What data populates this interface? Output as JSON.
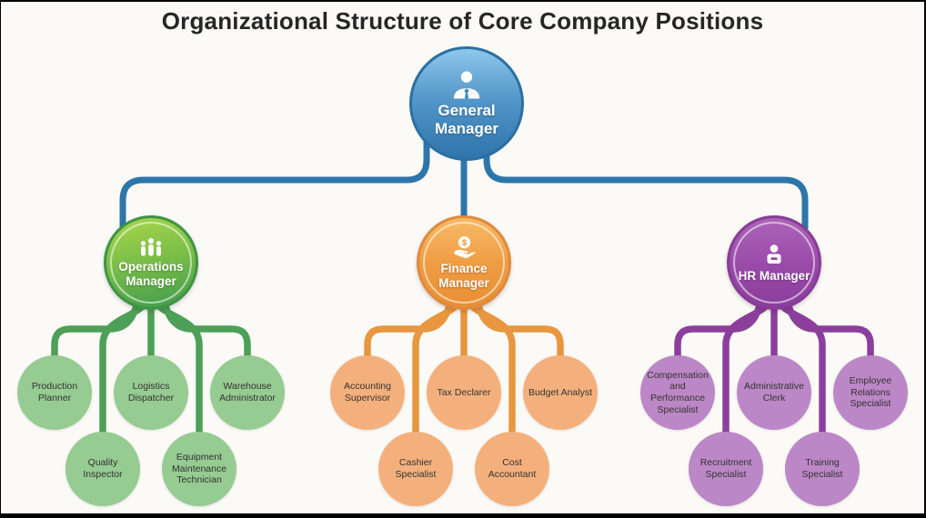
{
  "title": "Organizational Structure of Core Company Positions",
  "org": {
    "root": {
      "label": "General Manager",
      "icon": "businessman-icon"
    },
    "branches": [
      {
        "label": "Operations Manager",
        "icon": "team-icon",
        "children": [
          "Production Planner",
          "Quality Inspector",
          "Logistics Dispatcher",
          "Equipment Maintenance Technician",
          "Warehouse Administrator"
        ]
      },
      {
        "label": "Finance Manager",
        "icon": "coin-hand-icon",
        "children": [
          "Accounting Supervisor",
          "Cashier Specialist",
          "Tax Declarer",
          "Cost Accountant",
          "Budget Analyst"
        ]
      },
      {
        "label": "HR Manager",
        "icon": "person-badge-icon",
        "children": [
          "Compensation and Performance Specialist",
          "Recruitment Specialist",
          "Administrative Clerk",
          "Training Specialist",
          "Employee Relations Specialist"
        ]
      }
    ]
  },
  "colors": {
    "connector_blue": "#2d76ab",
    "connector_green": "#4e9f57",
    "connector_orange": "#e8963f",
    "connector_purple": "#8b3f9b",
    "manager_blue": "#2e75ac",
    "manager_green": "#3f9b4d",
    "manager_orange": "#e88e33",
    "manager_purple": "#8a3d9a",
    "leaf_green": "#96cb91",
    "leaf_orange": "#f4b07c",
    "leaf_purple": "#bc87c6",
    "title_text": "#262626"
  }
}
